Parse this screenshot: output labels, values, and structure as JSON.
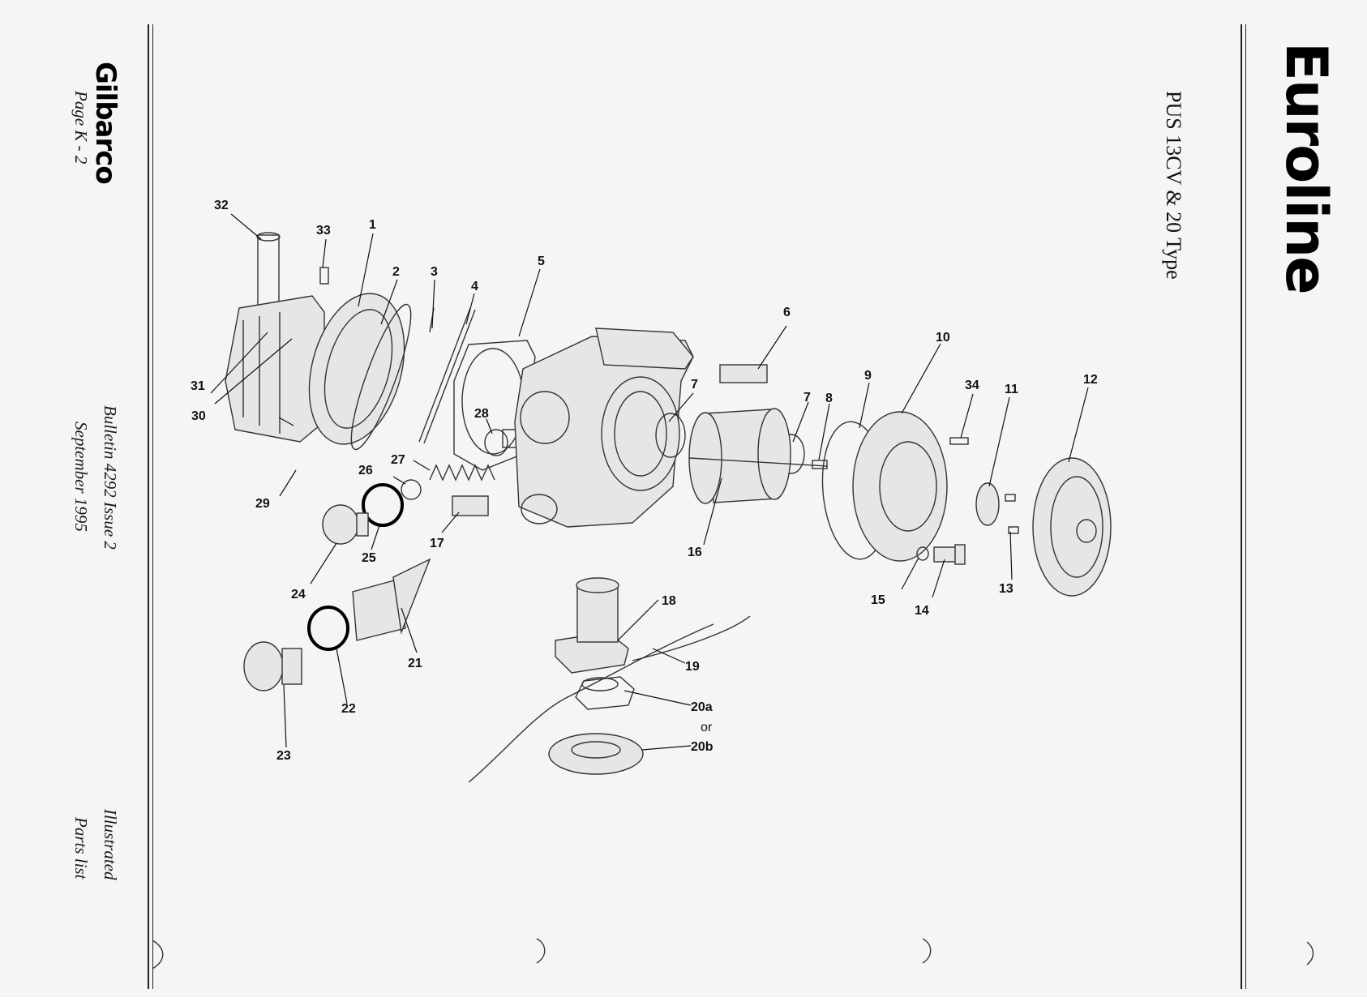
{
  "left_panel": {
    "brand": "Gilbarco",
    "page_label": "Page K - 2",
    "bulletin": "Bulletin 4292 Issue 2",
    "date": "September 1995",
    "doc_type_line1": "Illustrated",
    "doc_type_line2": "Parts list"
  },
  "right_panel": {
    "brand": "Euroline",
    "title": "PUS 13CV & 20 Type"
  },
  "callouts": {
    "c1": "1",
    "c2": "2",
    "c3": "3",
    "c4": "4",
    "c5": "5",
    "c6": "6",
    "c7a": "7",
    "c7b": "7",
    "c8": "8",
    "c9": "9",
    "c10": "10",
    "c11": "11",
    "c12": "12",
    "c13": "13",
    "c14": "14",
    "c15": "15",
    "c16": "16",
    "c17": "17",
    "c18": "18",
    "c19": "19",
    "c20a": "20a",
    "c20or": "or",
    "c20b": "20b",
    "c21": "21",
    "c22": "22",
    "c23": "23",
    "c24": "24",
    "c25": "25",
    "c26": "26",
    "c27": "27",
    "c28": "28",
    "c29": "29",
    "c30": "30",
    "c31": "31",
    "c32": "32",
    "c33": "33",
    "c34": "34"
  }
}
